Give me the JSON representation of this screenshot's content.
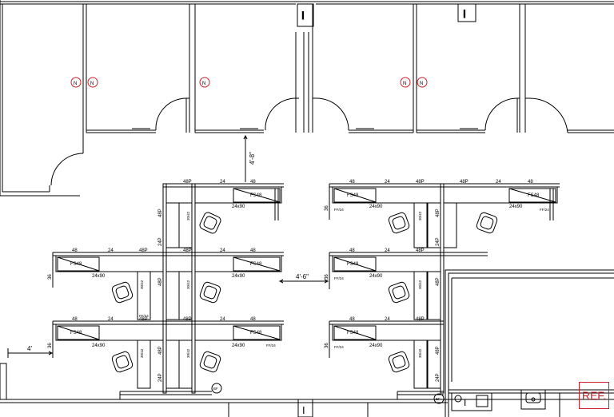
{
  "room_markers": [
    "N",
    "N",
    "N",
    "N",
    "N"
  ],
  "dimensions": {
    "corridor_gap": "4'-8\"",
    "aisle_gap": "4'-6\"",
    "side_gap": "4'"
  },
  "labels": {
    "w48p": "48P",
    "w48": "48",
    "w24": "24",
    "w24p": "24P",
    "w36": "36",
    "fs48": "FS48",
    "desk": "24x90",
    "ff": "FF/24",
    "bf": "BF",
    "rot": "30/42"
  },
  "ref_stamp": "REF.",
  "colors": {
    "line": "#000000",
    "marker": "#d0202a"
  }
}
